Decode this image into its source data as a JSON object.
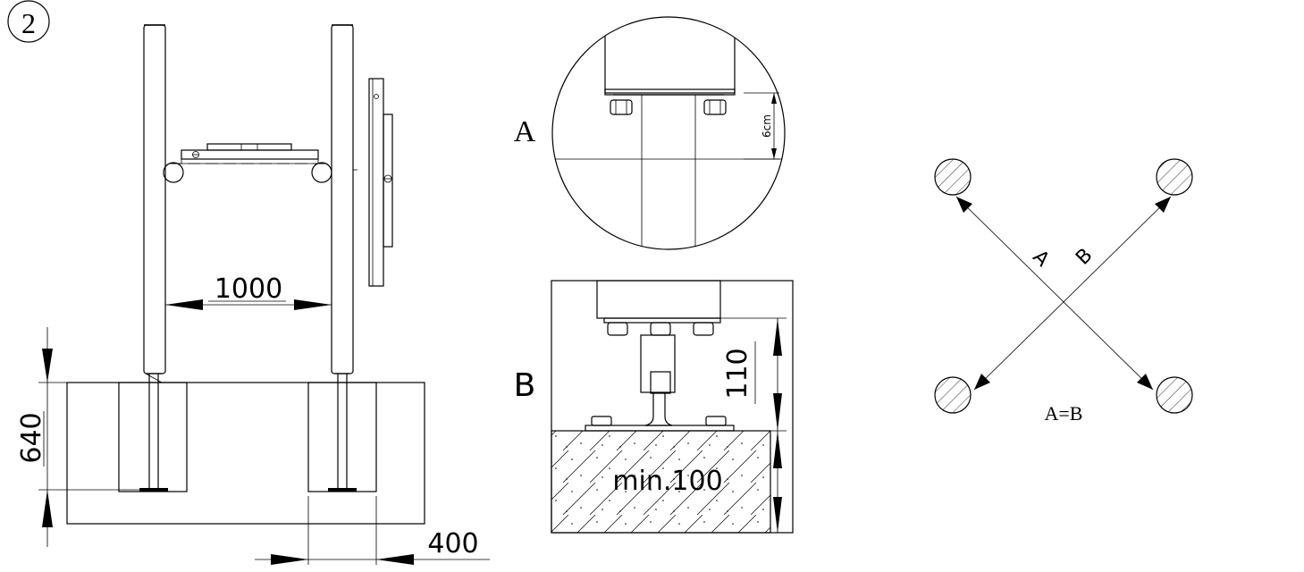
{
  "step_number": "2",
  "front_view": {
    "width_dim": "1000",
    "depth_dim": "640",
    "footing_dim": "400"
  },
  "detail_a": {
    "label": "A",
    "dim": "6cm"
  },
  "detail_b": {
    "label": "B",
    "height_dim": "110",
    "concrete_label": "min.100"
  },
  "plan_view": {
    "diag_a": "A",
    "diag_b": "B",
    "equation": "A=B"
  }
}
